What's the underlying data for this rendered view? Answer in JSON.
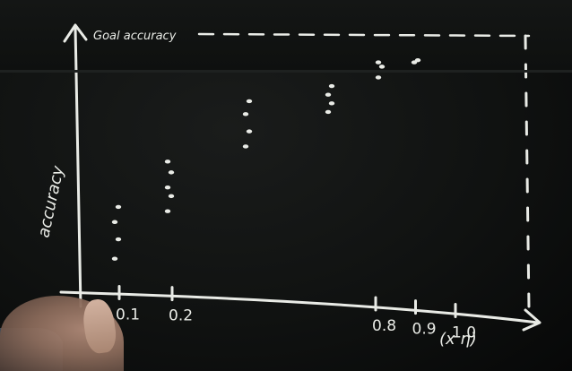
{
  "chart_data": {
    "type": "scatter",
    "title": "",
    "xlabel": "(x η)",
    "ylabel": "accuracy",
    "annotation": "Goal accuracy",
    "x_ticks": [
      "0.1",
      "0.2",
      "0.8",
      "0.9",
      "1.0"
    ],
    "x_tick_values": [
      0.1,
      0.2,
      0.8,
      0.9,
      1.0
    ],
    "xlim": [
      0,
      1.2
    ],
    "ylim": [
      0,
      1.0
    ],
    "grid": false,
    "series": [
      {
        "x": 0.1,
        "values": [
          0.13,
          0.22,
          0.3,
          0.37
        ]
      },
      {
        "x": 0.2,
        "values": [
          0.35,
          0.42,
          0.46,
          0.53,
          0.58
        ]
      },
      {
        "x": 0.5,
        "values": [
          0.65,
          0.72,
          0.8,
          0.86
        ]
      },
      {
        "x": 0.8,
        "values": [
          0.81,
          0.85,
          0.89,
          0.93
        ]
      },
      {
        "x": 0.9,
        "values": [
          0.97,
          1.02,
          1.04
        ]
      },
      {
        "x": 1.0,
        "values": [
          1.04,
          1.05
        ]
      }
    ],
    "colors": {
      "chalk": "#e9ebe6",
      "board": "#101211"
    }
  }
}
